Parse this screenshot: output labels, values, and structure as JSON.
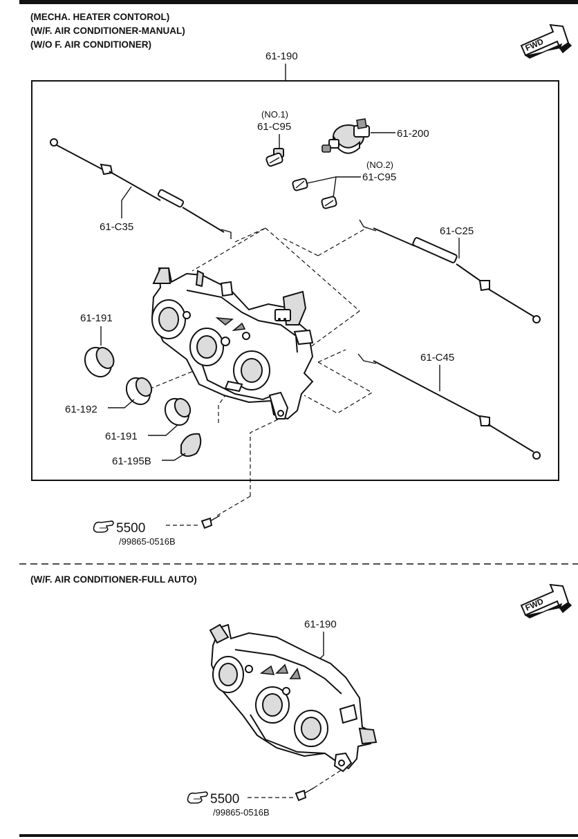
{
  "section1": {
    "caption_lines": [
      "(MECHA. HEATER CONTOROL)",
      "(W/F. AIR CONDITIONER-MANUAL)",
      "(W/O F. AIR CONDITIONER)"
    ],
    "fwd": "FWD",
    "labels": {
      "assembly": "61-190",
      "no1": "(NO.1)",
      "c95_a": "61-C95",
      "p200": "61-200",
      "no2": "(NO.2)",
      "c95_b": "61-C95",
      "c35": "61-C35",
      "c25": "61-C25",
      "c45": "61-C45",
      "p191_a": "61-191",
      "p192": "61-192",
      "p191_b": "61-191",
      "p195b": "61-195B"
    },
    "screw_ref": "5500",
    "screw_part": "/99865-0516B"
  },
  "section2": {
    "caption": "(W/F. AIR CONDITIONER-FULL AUTO)",
    "fwd": "FWD",
    "label_assembly": "61-190",
    "screw_ref": "5500",
    "screw_part": "/99865-0516B"
  }
}
